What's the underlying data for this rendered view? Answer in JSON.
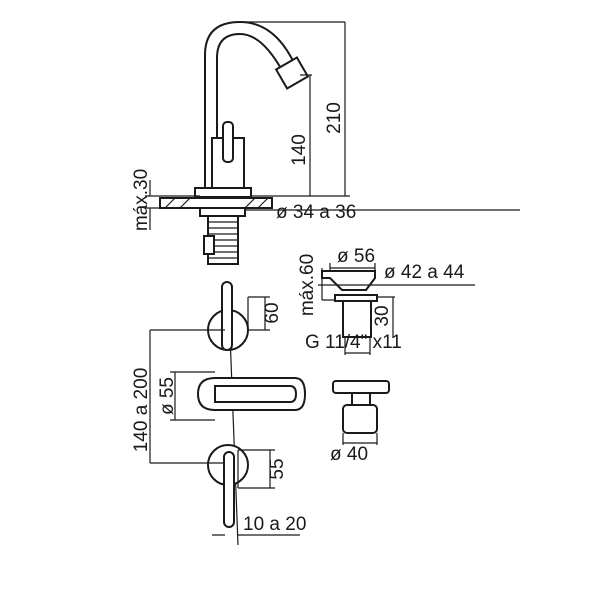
{
  "dimensions": {
    "total_height": "210",
    "spout_height": "140",
    "max_counter_thickness": "máx.30",
    "mount_hole_diameter": "ø 34 a 36",
    "drain_flange_diameter": "ø 56",
    "drain_hole_diameter": "ø 42 a 44",
    "drain_max_thickness": "máx.60",
    "drain_thread_length": "30",
    "drain_thread": "G 11/4\" x11",
    "handle_lever_height": "60",
    "handle_spacing": "140 a 200",
    "spout_base_diameter": "ø 55",
    "handle_depth": "55",
    "handle_diameter": "ø 40",
    "lever_offset": "10 a 20"
  }
}
